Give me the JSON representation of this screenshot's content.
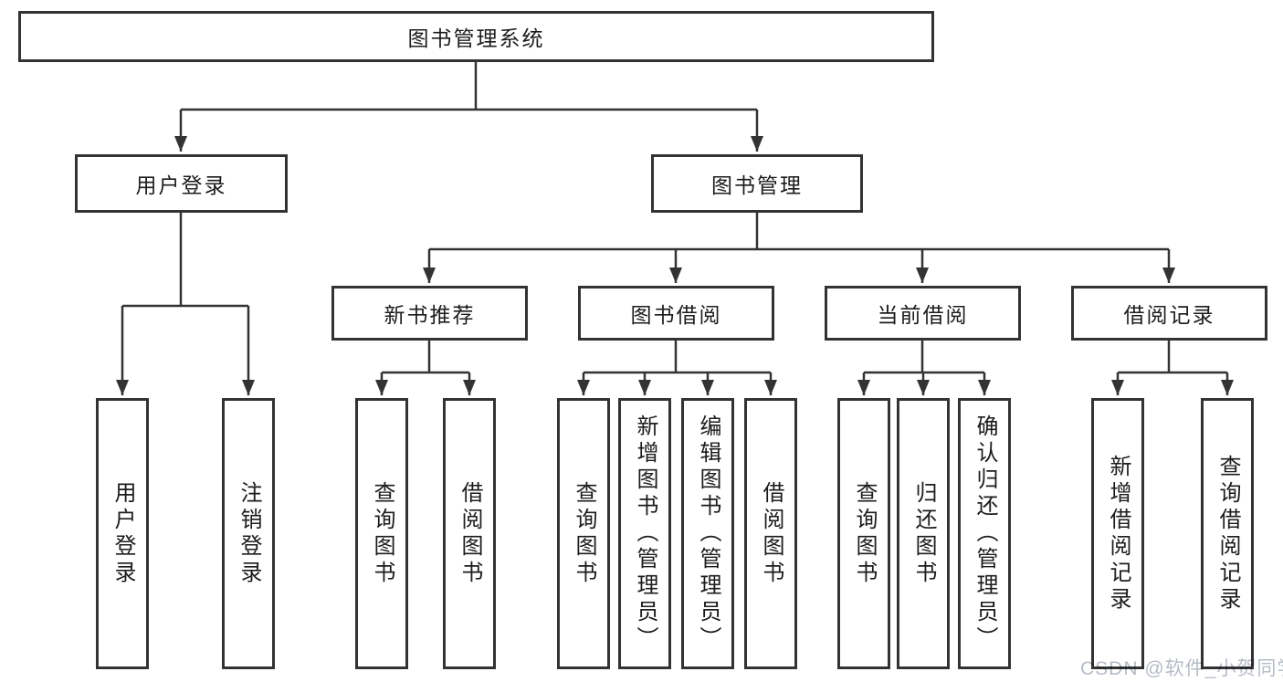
{
  "diagram": {
    "title": "图书管理系统",
    "root": {
      "label": "图书管理系统"
    },
    "branches": [
      {
        "label": "用户登录",
        "children": [
          "用户登录",
          "注销登录"
        ]
      },
      {
        "label": "图书管理",
        "children": [
          {
            "label": "新书推荐",
            "children": [
              "查询图书",
              "借阅图书"
            ]
          },
          {
            "label": "图书借阅",
            "children": [
              "查询图书",
              "新增图书（管理员）",
              "编辑图书（管理员）",
              "借阅图书"
            ]
          },
          {
            "label": "当前借阅",
            "children": [
              "查询图书",
              "归还图书",
              "确认归还（管理员）"
            ]
          },
          {
            "label": "借阅记录",
            "children": [
              "新增借阅记录",
              "查询借阅记录"
            ]
          }
        ]
      }
    ]
  },
  "watermark": {
    "text": "CSDN @软件_小贺同学"
  },
  "colors": {
    "line": "#333333",
    "box_border": "#333333",
    "box_fill": "#ffffff",
    "text": "#1c1c1c",
    "watermark": "#b6bcc6"
  }
}
